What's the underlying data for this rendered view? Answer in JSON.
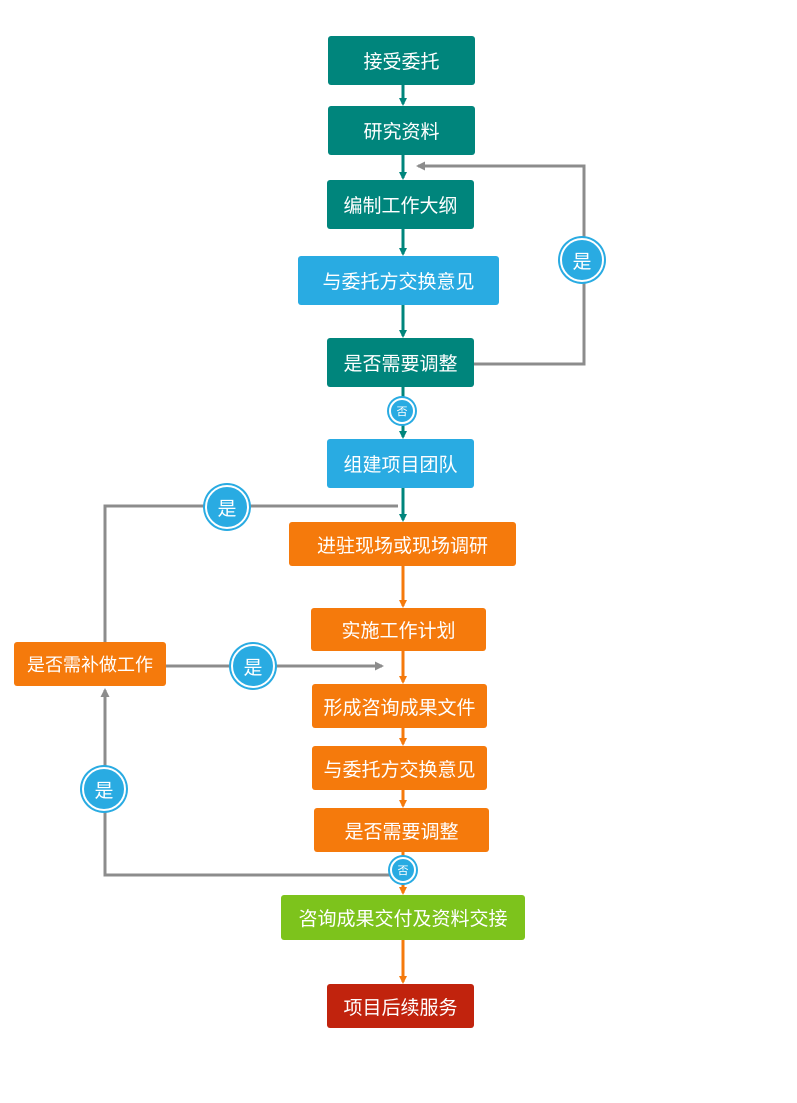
{
  "colors": {
    "teal": "#00857c",
    "blue": "#29abe2",
    "orange": "#f57a0c",
    "green": "#7dc31c",
    "red": "#c1230d",
    "gray_line": "#8c8c8c"
  },
  "nodes": {
    "accept": "接受委托",
    "research": "研究资料",
    "outline": "编制工作大纲",
    "exchange1": "与委托方交换意见",
    "adjust1": "是否需要调整",
    "team": "组建项目团队",
    "onsite": "进驻现场或现场调研",
    "plan": "实施工作计划",
    "results": "形成咨询成果文件",
    "exchange2": "与委托方交换意见",
    "adjust2": "是否需要调整",
    "supplement": "是否需补做工作",
    "deliver": "咨询成果交付及资料交接",
    "followup": "项目后续服务"
  },
  "labels": {
    "yes": "是",
    "no": "否"
  }
}
